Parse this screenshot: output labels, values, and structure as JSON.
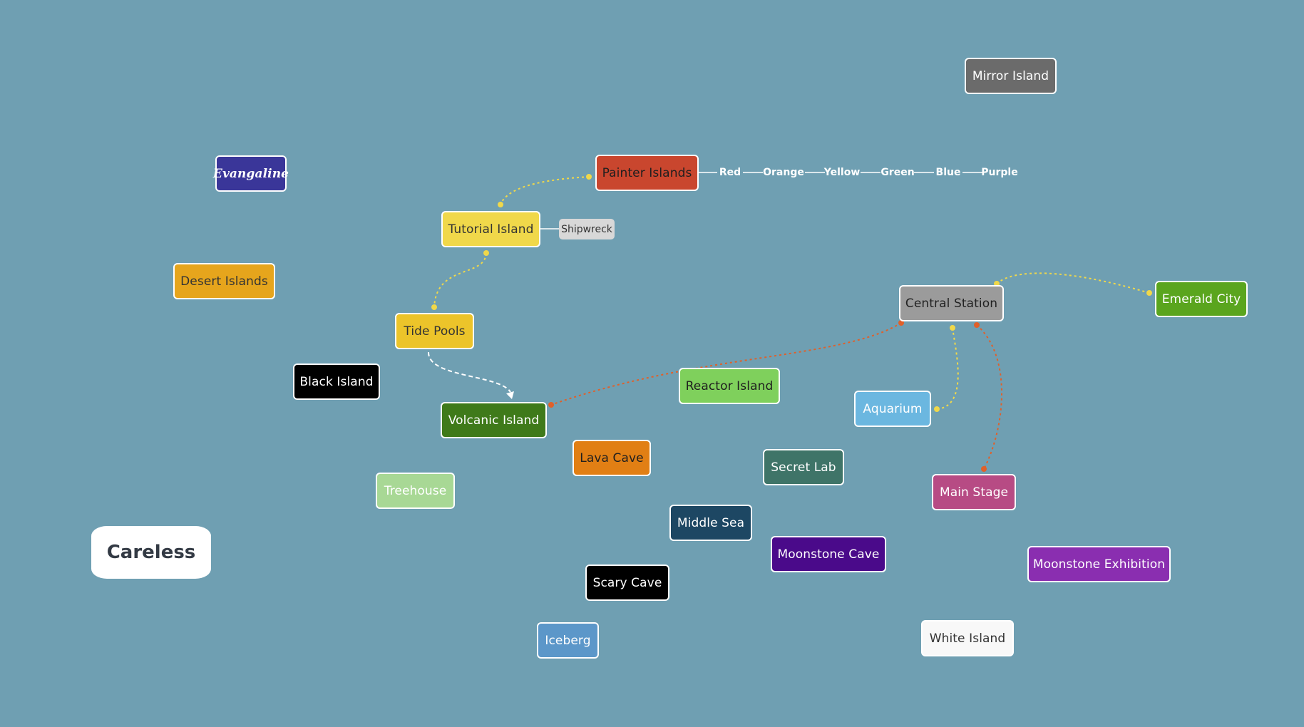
{
  "title": "Careless",
  "nodes": {
    "mirror_island": "Mirror Island",
    "evangaline": "Evangaline",
    "painter_islands": "Painter Islands",
    "tutorial_island": "Tutorial Island",
    "shipwreck": "Shipwreck",
    "desert_islands": "Desert Islands",
    "tide_pools": "Tide Pools",
    "central_station": "Central Station",
    "emerald_city": "Emerald City",
    "black_island": "Black Island",
    "reactor_island": "Reactor Island",
    "aquarium": "Aquarium",
    "volcanic_island": "Volcanic Island",
    "lava_cave": "Lava Cave",
    "secret_lab": "Secret Lab",
    "treehouse": "Treehouse",
    "main_stage": "Main Stage",
    "middle_sea": "Middle Sea",
    "moonstone_cave": "Moonstone Cave",
    "moonstone_exhibition": "Moonstone Exhibition",
    "scary_cave": "Scary Cave",
    "iceberg": "Iceberg",
    "white_island": "White Island"
  },
  "painter_chain": [
    "Red",
    "Orange",
    "Yellow",
    "Green",
    "Blue",
    "Purple"
  ],
  "colors": {
    "background": "#6f9fb2",
    "link_yellow": "#f0d84a",
    "link_orange": "#e0602a",
    "link_white": "#ffffff"
  }
}
